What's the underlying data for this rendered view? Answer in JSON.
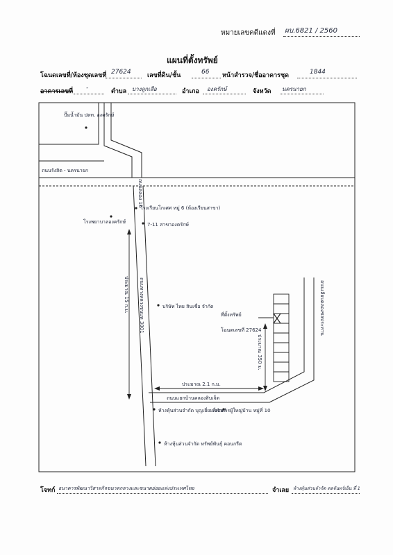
{
  "header": {
    "case_label": "หมายเลขคดีแดงที่",
    "case_value": "ผบ.6821 / 2560"
  },
  "title": "แผนที่ตั้งทรัพย์",
  "fields": {
    "deed_label": "โฉนดเลขที่/ห้องชุดเลขที่",
    "deed_value": "27624",
    "landno_label": "เลขที่ดิน/ชั้น",
    "landno_value": "66",
    "survey_label": "หน้าสำรวจ/ชื่ออาคารชุด",
    "survey_value": "1844",
    "building_label": "อาคารเลขที่",
    "building_value": "-",
    "tambon_label": "ตำบล",
    "tambon_value": "บางลูกเสือ",
    "amphoe_label": "อำเภอ",
    "amphoe_value": "องครักษ์",
    "province_label": "จังหวัด",
    "province_value": "นครนายก"
  },
  "map": {
    "gas_station": "ปั๊มน้ำมัน ปตท. องครักษ์",
    "highway": "ถนนรังสิต - นครนายก",
    "canal_road": "ถนนคลอง 16",
    "school": "โรงเรียนโกเศศ หมู่ 6 (ห้องเรียนสาขา)",
    "seven_eleven": "7-11 สาขาองครักษ์",
    "hospital_left": "โรงพยาบาลองครักษ์",
    "km_distance": "ประมาณ 15 ก.ม.",
    "road_no": "ถนนทางหลวงชนบท 3001",
    "company": "บริษัท ไทย สินเชื่อ จำกัด",
    "property_label": "ที่ตั้งทรัพย์",
    "property_deed": "โฉนดเลขที่ 27624",
    "distance_vertical": "ประมาณ 350 ม.",
    "distance_horizontal": "ประมาณ 2.1 ก.ม.",
    "side_road": "ถนนแยกบ้านคลองสิบเจ็ด",
    "right_road": "ถนนเลียบคลองชลประทาน",
    "store1": "ห้างหุ้นส่วนจำกัด บุญเยี่ยม ออยล์",
    "store2": "ที่ทำการผู้ใหญ่บ้าน หมู่ที่ 10",
    "store3": "ห้างหุ้นส่วนจำกัด ทรัพย์พันธุ์ คอนกรีต"
  },
  "footer": {
    "plaintiff_label": "โจทก์",
    "plaintiff_value": "ธนาคารพัฒนาวิสาหกิจขนาดกลางและขนาดย่อมแห่งประเทศไทย",
    "defendant_label": "จำเลย",
    "defendant_value": "ห้างหุ้นส่วนจำกัด ดลจันทร์เอ็น ที่ 1"
  }
}
